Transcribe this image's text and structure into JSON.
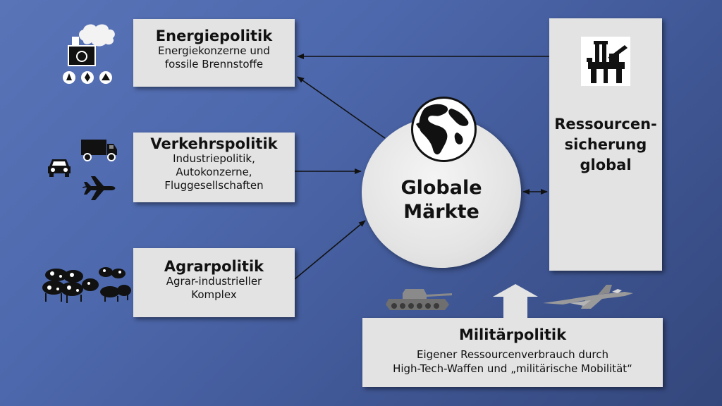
{
  "boxes": {
    "energie": {
      "title": "Energiepolitik",
      "sub1": "Energiekonzerne und",
      "sub2": "fossile Brennstoffe"
    },
    "verkehr": {
      "title": "Verkehrspolitik",
      "sub1": "Industriepolitik,",
      "sub2": "Autokonzerne,",
      "sub3": "Fluggesellschaften"
    },
    "agrar": {
      "title": "Agrarpolitik",
      "sub1": "Agrar-industrieller",
      "sub2": "Komplex"
    },
    "ressourcen": {
      "line1": "Ressourcen-",
      "line2": "sicherung",
      "line3": "global"
    },
    "militaer": {
      "title": "Militärpolitik",
      "sub1": "Eigener Ressourcenverbrauch durch",
      "sub2": "High-Tech-Waffen und „militärische Mobilität“"
    }
  },
  "center": {
    "line1": "Globale",
    "line2": "Märkte"
  },
  "icons": [
    "factory-icon",
    "truck-icon",
    "car-icon",
    "airplane-icon",
    "livestock-icon",
    "oil-rig-icon",
    "globe-icon",
    "tank-icon",
    "fighter-jet-icon"
  ]
}
